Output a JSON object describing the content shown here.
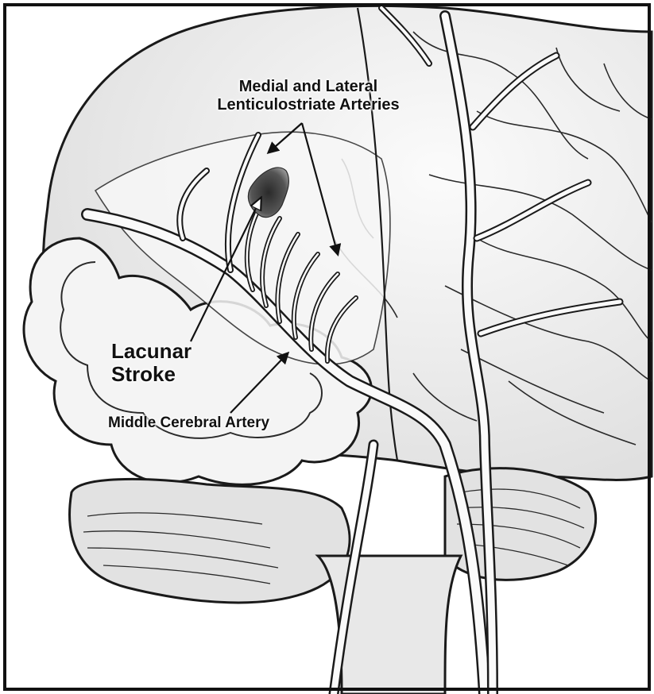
{
  "labels": {
    "arteries_line1": "Medial and Lateral",
    "arteries_line2": "Lenticulostriate Arteries",
    "stroke_line1": "Lacunar",
    "stroke_line2": "Stroke",
    "mca": "Middle Cerebral Artery"
  },
  "colors": {
    "frame": "#111111",
    "outline": "#1a1a1a",
    "brain_fill": "#ededed",
    "lobe_fill": "#f4f4f4",
    "cerebellum_fill": "#e2e2e2",
    "vessel_fill": "#fafafa",
    "lesion": "#3a3a3a"
  }
}
